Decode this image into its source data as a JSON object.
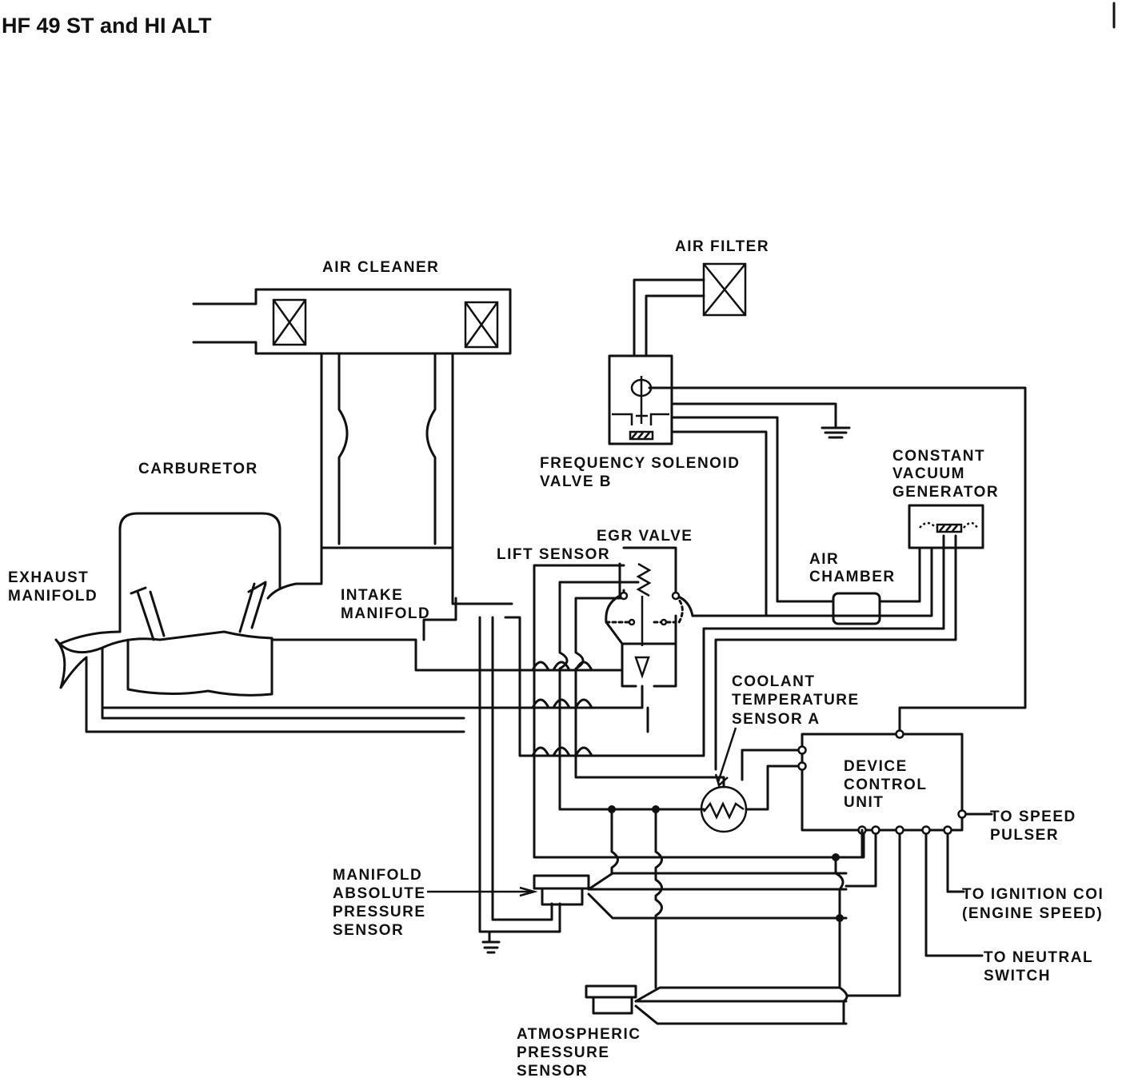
{
  "title": "HF 49 ST and HI ALT",
  "labels": {
    "air_cleaner": "AIR CLEANER",
    "air_filter": "AIR FILTER",
    "carburetor": "CARBURETOR",
    "frequency_solenoid_valve": [
      "FREQUENCY SOLENOID",
      "VALVE B"
    ],
    "constant_vacuum_generator": [
      "CONSTANT",
      "VACUUM",
      "GENERATOR"
    ],
    "egr_valve": "EGR VALVE",
    "lift_sensor": "LIFT SENSOR",
    "exhaust_manifold": [
      "EXHAUST",
      "MANIFOLD"
    ],
    "intake_manifold": [
      "INTAKE",
      "MANIFOLD"
    ],
    "air_chamber": [
      "AIR",
      "CHAMBER"
    ],
    "coolant_temperature_sensor": [
      "COOLANT",
      "TEMPERATURE",
      "SENSOR A"
    ],
    "device_control_unit": [
      "DEVICE",
      "CONTROL",
      "UNIT"
    ],
    "to_speed_pulser": [
      "TO SPEED",
      "PULSER"
    ],
    "to_ignition_coil": [
      "TO IGNITION COI",
      "(ENGINE SPEED)"
    ],
    "to_neutral_switch": [
      "TO NEUTRAL",
      "SWITCH"
    ],
    "manifold_absolute_pressure_sensor": [
      "MANIFOLD",
      "ABSOLUTE",
      "PRESSURE",
      "SENSOR"
    ],
    "atmospheric_pressure_sensor": [
      "ATMOSPHERIC",
      "PRESSURE",
      "SENSOR"
    ]
  }
}
